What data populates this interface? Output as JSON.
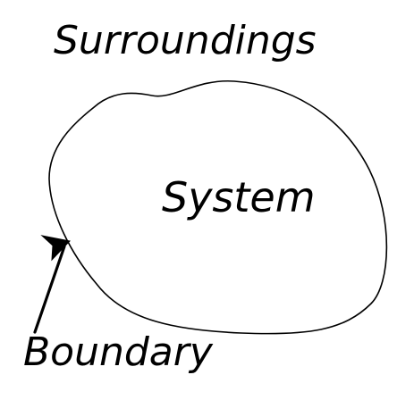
{
  "labels": {
    "surroundings": "Surroundings",
    "system": "System",
    "boundary": "Boundary"
  },
  "colors": {
    "ink": "#000000",
    "background": "#ffffff"
  }
}
